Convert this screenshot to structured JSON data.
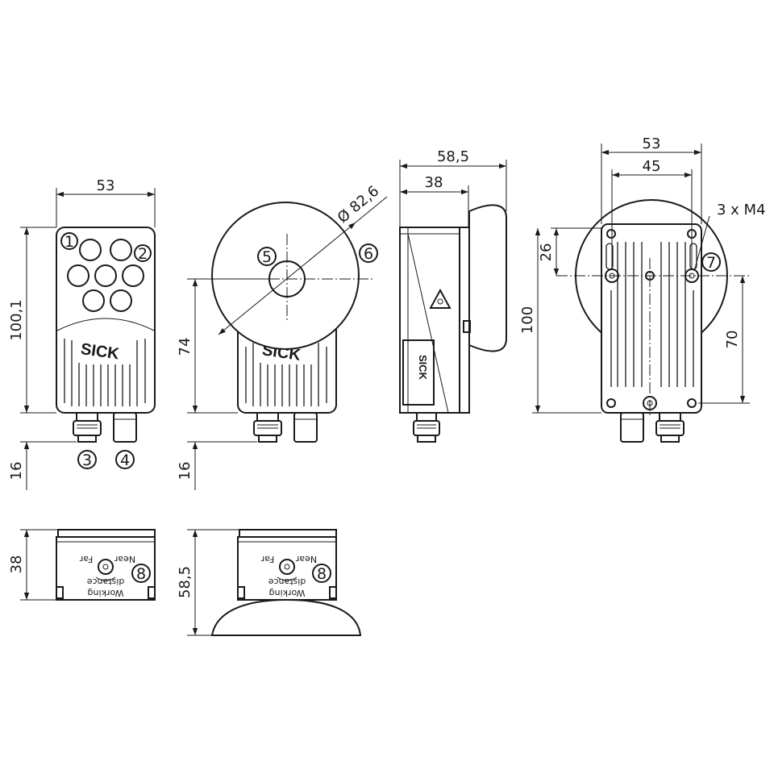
{
  "dimensions": {
    "front_width": "53",
    "front_height": "100,1",
    "front_connector": "16",
    "lens_diameter": "Ø 82,6",
    "lens_center_height": "74",
    "lens_connector": "16",
    "side_total_depth": "58,5",
    "side_body_depth": "38",
    "back_width_outer": "53",
    "back_width_inner": "45",
    "back_thread": "3 x M4",
    "back_hole_offset": "26",
    "back_height": "100",
    "back_hole_span": "70",
    "top_depth": "38",
    "top_lens_depth": "58,5"
  },
  "callouts": [
    "1",
    "2",
    "3",
    "4",
    "5",
    "6",
    "7",
    "8"
  ],
  "labels": {
    "brand": "SICK",
    "near": "Near",
    "far": "Far",
    "working": "Working",
    "distance": "distance"
  },
  "icons": [
    "laser-warning-icon",
    "focus-adjust-icon",
    "mounting-hole-icon",
    "m12-connector-icon"
  ]
}
